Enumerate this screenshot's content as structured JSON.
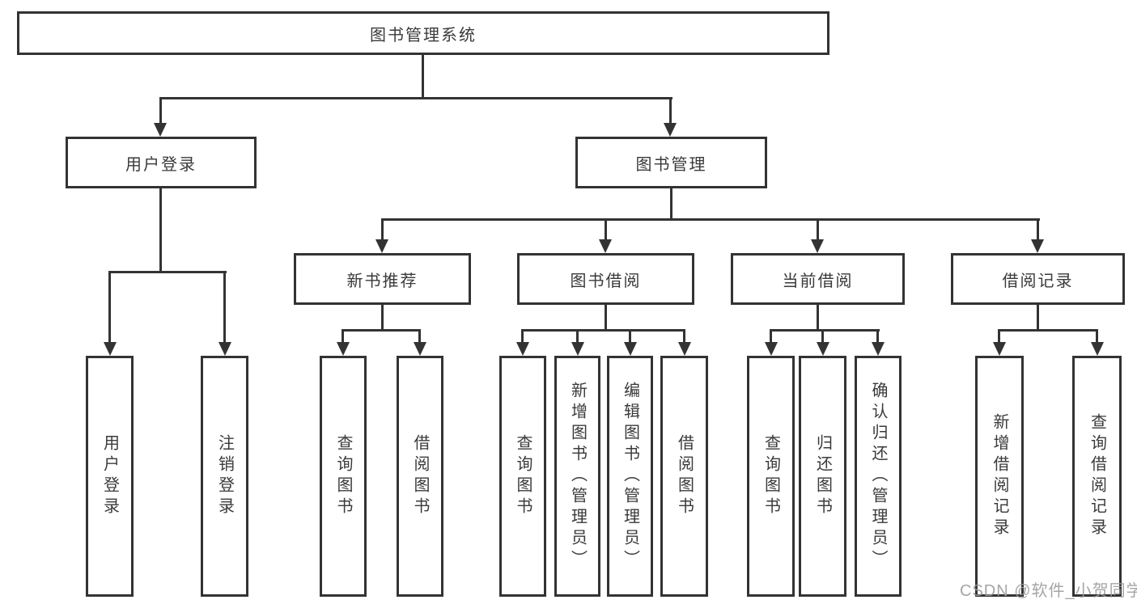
{
  "tree": {
    "root": "图书管理系统",
    "branches": [
      {
        "label": "用户登录",
        "children": [
          "用户登录",
          "注销登录"
        ]
      },
      {
        "label": "图书管理",
        "children": [
          {
            "label": "新书推荐",
            "children": [
              "查询图书",
              "借阅图书"
            ]
          },
          {
            "label": "图书借阅",
            "children": [
              "查询图书",
              "新增图书（管理员）",
              "编辑图书（管理员）",
              "借阅图书"
            ]
          },
          {
            "label": "当前借阅",
            "children": [
              "查询图书",
              "归还图书",
              "确认归还（管理员）"
            ]
          },
          {
            "label": "借阅记录",
            "children": [
              "新增借阅记录",
              "查询借阅记录"
            ]
          }
        ]
      }
    ]
  },
  "watermark": "CSDN @软件_小贺同学",
  "colors": {
    "line": "#333333",
    "text": "#3a3a3a",
    "watermark": "#9b9b9b",
    "background": "#ffffff"
  }
}
